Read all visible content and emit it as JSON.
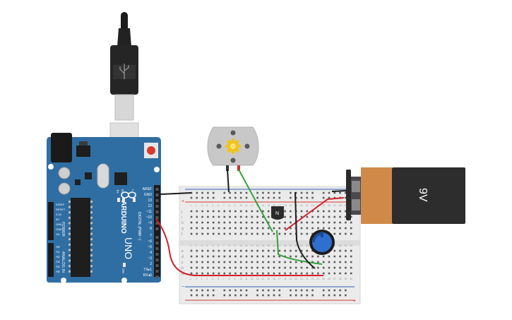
{
  "canvas": {
    "background": "#ffffff"
  },
  "colors": {
    "arduino_board": "#2f6ea3",
    "arduino_dark": "#1f4f78",
    "breadboard": "#e9e9e9",
    "rail_red": "#d33a2f",
    "rail_blue": "#2d5fb0",
    "wire_red": "#d4202b",
    "wire_green": "#36a33a",
    "wire_black": "#1b1b1b",
    "battery_orange": "#cf8a4a",
    "battery_black": "#2d2d2d",
    "pot_blue": "#2f6fd0",
    "motor_gray": "#c8c8c8",
    "motor_yellow": "#f2c318"
  },
  "arduino": {
    "brand": "ARDUINO",
    "model": "UNO",
    "tx_label": "TX",
    "rx_label": "RX",
    "l_label": "L",
    "on_label": "ON",
    "digital_label": "DIGITAL (PWM ~)",
    "power_label": "POWER",
    "analog_label": "ANALOG IN",
    "power_pins": [
      "IOREF",
      "RESET",
      "3.3V",
      "5V",
      "GND",
      "GND",
      "Vin"
    ],
    "analog_pins": [
      "A0",
      "A1",
      "A2",
      "A3",
      "A4",
      "A5"
    ],
    "digital_pins": [
      "AREF",
      "GND",
      "13",
      "12",
      "~11",
      "~10",
      "~9",
      "8",
      "7",
      "~6",
      "~5",
      "4",
      "~3",
      "2",
      "TX▸1",
      "RX◂0"
    ]
  },
  "breadboard": {
    "columns": 30,
    "rows_top": [
      "j",
      "i",
      "h",
      "g",
      "f"
    ],
    "rows_bottom": [
      "e",
      "d",
      "c",
      "b",
      "a"
    ],
    "plus": "+",
    "minus": "−"
  },
  "battery": {
    "label": "9V"
  },
  "transistor": {
    "label": "N"
  },
  "components": {
    "usb_cable": "usb-cable",
    "motor": "dc-motor",
    "potentiometer": "potentiometer"
  }
}
